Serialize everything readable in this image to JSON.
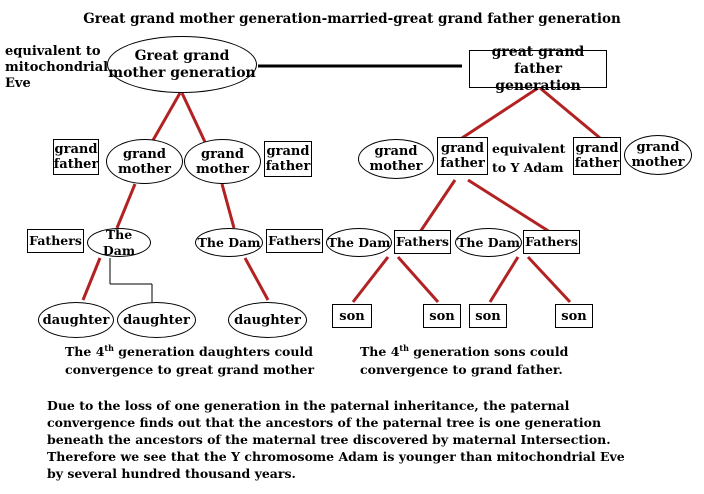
{
  "title": "Great grand mother generation-married-great grand father generation",
  "top": {
    "eve_note_line1": "equivalent to",
    "eve_note_line2": "mitochondrial",
    "eve_note_line3": "Eve",
    "ggm_line1": "Great grand",
    "ggm_line2": "mother generation",
    "ggf_line1": "great grand father",
    "ggf_line2": "generation"
  },
  "gen2": {
    "left_grandfather_1_a": "grand",
    "left_grandfather_1_b": "father",
    "left_grandmother_1_a": "grand",
    "left_grandmother_1_b": "mother",
    "left_grandmother_2_a": "grand",
    "left_grandmother_2_b": "mother",
    "left_grandfather_2_a": "grand",
    "left_grandfather_2_b": "father",
    "right_grandmother_1_a": "grand",
    "right_grandmother_1_b": "mother",
    "right_grandfather_1_a": "grand",
    "right_grandfather_1_b": "father",
    "adam_note_line1": "equivalent",
    "adam_note_line2": "to Y Adam",
    "right_grandfather_2_a": "grand",
    "right_grandfather_2_b": "father",
    "right_grandmother_2_a": "grand",
    "right_grandmother_2_b": "mother"
  },
  "gen3": {
    "fathers_1": "Fathers",
    "dam_1": "The Dam",
    "dam_2": "The Dam",
    "fathers_2": "Fathers",
    "dam_3": "The Dam",
    "fathers_3": "Fathers",
    "dam_4": "The Dam",
    "fathers_4": "Fathers"
  },
  "gen4": {
    "daughter_1": "daughter",
    "daughter_2": "daughter",
    "daughter_3": "daughter",
    "son_1": "son",
    "son_2": "son",
    "son_3": "son",
    "son_4": "son"
  },
  "captions": {
    "daughters_line1_pre": "The 4",
    "daughters_line1_sup": "th",
    "daughters_line1_post": " generation daughters could",
    "daughters_line2": "convergence to great grand mother",
    "sons_line1_pre": "The 4",
    "sons_line1_sup": "th",
    "sons_line1_post": " generation sons could",
    "sons_line2": "convergence to grand father."
  },
  "explanation": [
    "Due to the loss of one generation in the paternal inheritance, the paternal",
    "convergence finds out that the ancestors of the paternal tree is one generation",
    "beneath the ancestors of the maternal tree discovered by maternal Intersection.",
    "Therefore we see that the Y chromosome Adam is younger than mitochondrial Eve",
    "by several hundred thousand years."
  ],
  "colors": {
    "edge": "#b22222",
    "marriage_line": "#000000",
    "outline": "#000000"
  }
}
